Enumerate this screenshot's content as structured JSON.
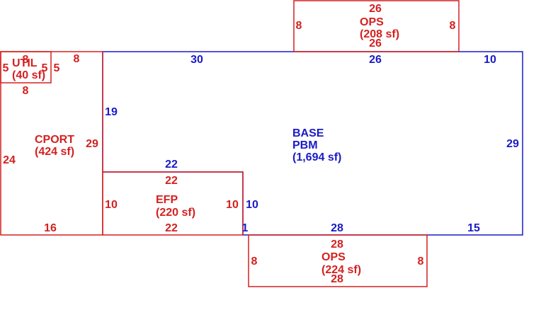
{
  "colors": {
    "addition": "#d42020",
    "base": "#1a1ac8"
  },
  "base": {
    "name": "BASE",
    "code": "PBM",
    "area": "(1,694 sf)",
    "dims": {
      "top_left": "30",
      "top_mid": "26",
      "top_right": "10",
      "right": "29",
      "left_upper": "19",
      "inner_top": "22",
      "inner_right": "10",
      "bottom_left": "1",
      "bottom_mid": "28",
      "bottom_right": "15"
    }
  },
  "ops_top": {
    "name": "OPS",
    "area": "(208 sf)",
    "dims": {
      "top": "26",
      "bottom": "26",
      "left": "8",
      "right": "8"
    }
  },
  "util": {
    "name": "UTIL",
    "area": "(40 sf)",
    "dims": {
      "top": "8",
      "bottom": "8",
      "left": "5",
      "right": "5"
    }
  },
  "cport": {
    "name": "CPORT",
    "area": "(424 sf)",
    "dims": {
      "top": "8",
      "right_small": "5",
      "right": "29",
      "left": "24",
      "bottom": "16"
    }
  },
  "efp": {
    "name": "EFP",
    "area": "(220 sf)",
    "dims": {
      "top": "22",
      "bottom": "22",
      "left": "10",
      "right": "10"
    }
  },
  "ops_bottom": {
    "name": "OPS",
    "area": "(224 sf)",
    "dims": {
      "top": "28",
      "bottom": "28",
      "left": "8",
      "right": "8"
    }
  }
}
